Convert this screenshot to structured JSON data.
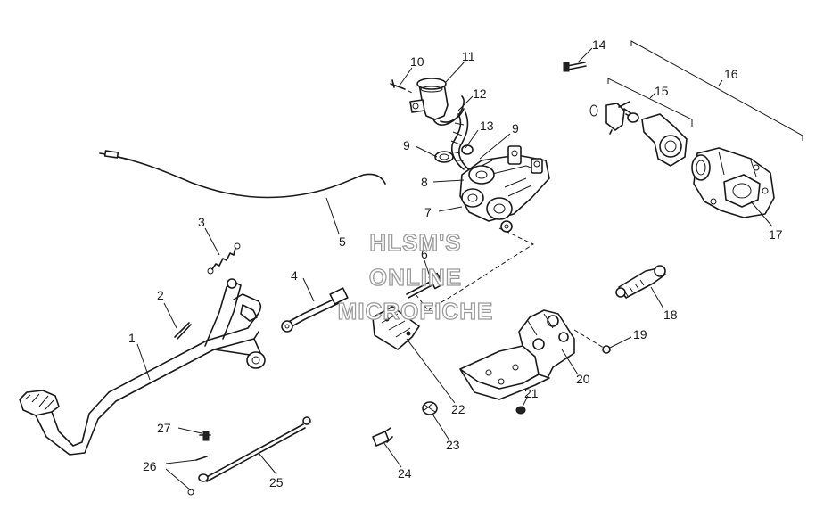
{
  "watermark": {
    "line1": "HLSM'S",
    "line2": "ONLINE",
    "line3": "MICROFICHE"
  },
  "callouts": [
    {
      "id": "c1",
      "label": "1"
    },
    {
      "id": "c2",
      "label": "2"
    },
    {
      "id": "c3",
      "label": "3"
    },
    {
      "id": "c4",
      "label": "4"
    },
    {
      "id": "c5",
      "label": "5"
    },
    {
      "id": "c6",
      "label": "6"
    },
    {
      "id": "c7",
      "label": "7"
    },
    {
      "id": "c8",
      "label": "8"
    },
    {
      "id": "c9a",
      "label": "9"
    },
    {
      "id": "c9b",
      "label": "9"
    },
    {
      "id": "c10",
      "label": "10"
    },
    {
      "id": "c11",
      "label": "11"
    },
    {
      "id": "c12",
      "label": "12"
    },
    {
      "id": "c13",
      "label": "13"
    },
    {
      "id": "c14",
      "label": "14"
    },
    {
      "id": "c15",
      "label": "15"
    },
    {
      "id": "c16",
      "label": "16"
    },
    {
      "id": "c17",
      "label": "17"
    },
    {
      "id": "c18",
      "label": "18"
    },
    {
      "id": "c19",
      "label": "19"
    },
    {
      "id": "c20",
      "label": "20"
    },
    {
      "id": "c21",
      "label": "21"
    },
    {
      "id": "c22",
      "label": "22"
    },
    {
      "id": "c23",
      "label": "23"
    },
    {
      "id": "c24",
      "label": "24"
    },
    {
      "id": "c25",
      "label": "25"
    },
    {
      "id": "c26",
      "label": "26"
    },
    {
      "id": "c27",
      "label": "27"
    }
  ]
}
